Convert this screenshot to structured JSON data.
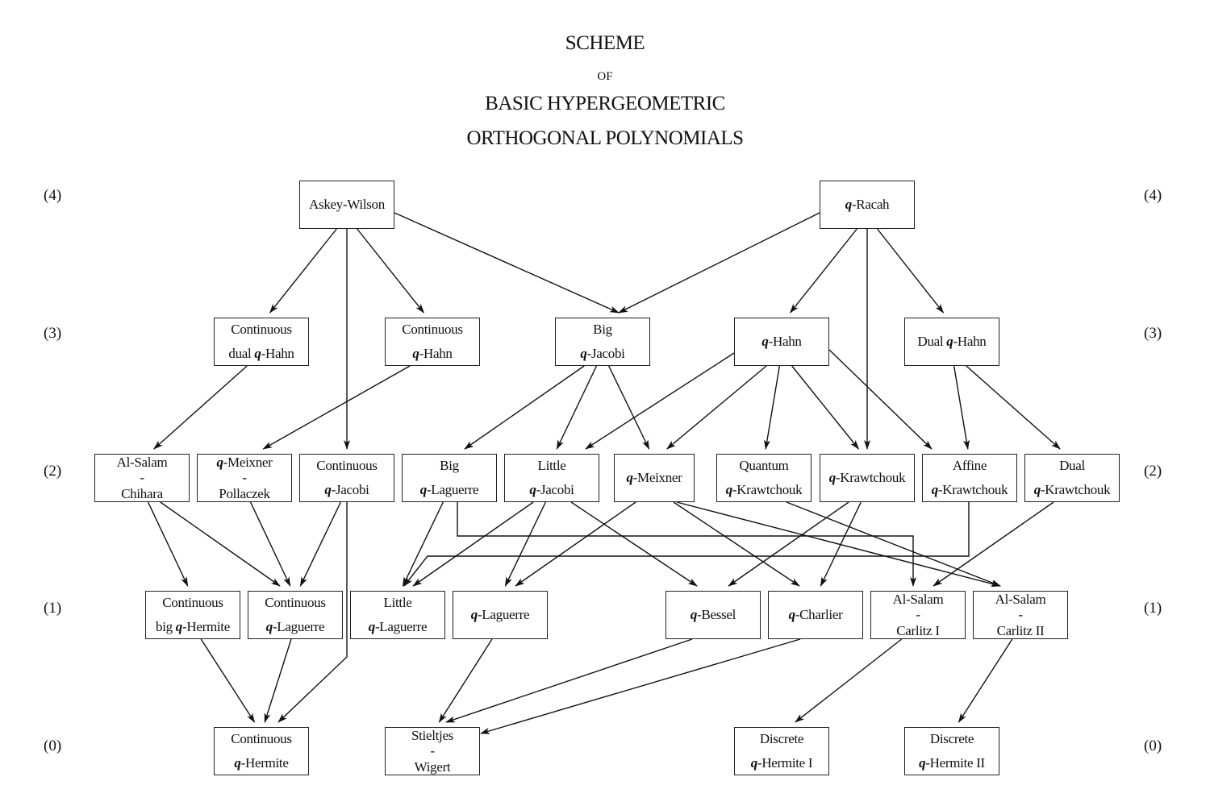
{
  "title": {
    "line1": "SCHEME",
    "line2": "OF",
    "line3": "BASIC HYPERGEOMETRIC",
    "line4": "ORTHOGONAL POLYNOMIALS"
  },
  "level_labels": [
    "(4)",
    "(3)",
    "(2)",
    "(1)",
    "(0)"
  ],
  "nodes": [
    {
      "id": "askey-wilson",
      "level": 4,
      "lines": [
        "Askey-Wilson"
      ]
    },
    {
      "id": "q-racah",
      "level": 4,
      "lines": [
        "q-Racah"
      ]
    },
    {
      "id": "continuous-dual-q-hahn",
      "level": 3,
      "lines": [
        "Continuous",
        "dual q-Hahn"
      ]
    },
    {
      "id": "continuous-q-hahn",
      "level": 3,
      "lines": [
        "Continuous",
        "q-Hahn"
      ]
    },
    {
      "id": "big-q-jacobi",
      "level": 3,
      "lines": [
        "Big",
        "q-Jacobi"
      ]
    },
    {
      "id": "q-hahn",
      "level": 3,
      "lines": [
        "q-Hahn"
      ]
    },
    {
      "id": "dual-q-hahn",
      "level": 3,
      "lines": [
        "Dual q-Hahn"
      ]
    },
    {
      "id": "al-salam-chihara",
      "level": 2,
      "lines": [
        "Al-Salam",
        "-",
        "Chihara"
      ]
    },
    {
      "id": "q-meixner-pollaczek",
      "level": 2,
      "lines": [
        "q-Meixner",
        "-",
        "Pollaczek"
      ]
    },
    {
      "id": "continuous-q-jacobi",
      "level": 2,
      "lines": [
        "Continuous",
        "q-Jacobi"
      ]
    },
    {
      "id": "big-q-laguerre",
      "level": 2,
      "lines": [
        "Big",
        "q-Laguerre"
      ]
    },
    {
      "id": "little-q-jacobi",
      "level": 2,
      "lines": [
        "Little",
        "q-Jacobi"
      ]
    },
    {
      "id": "q-meixner",
      "level": 2,
      "lines": [
        "q-Meixner"
      ]
    },
    {
      "id": "quantum-q-krawtchouk",
      "level": 2,
      "lines": [
        "Quantum",
        "q-Krawtchouk"
      ]
    },
    {
      "id": "q-krawtchouk",
      "level": 2,
      "lines": [
        "q-Krawtchouk"
      ]
    },
    {
      "id": "affine-q-krawtchouk",
      "level": 2,
      "lines": [
        "Affine",
        "q-Krawtchouk"
      ]
    },
    {
      "id": "dual-q-krawtchouk",
      "level": 2,
      "lines": [
        "Dual",
        "q-Krawtchouk"
      ]
    },
    {
      "id": "continuous-big-q-hermite",
      "level": 1,
      "lines": [
        "Continuous",
        "big q-Hermite"
      ]
    },
    {
      "id": "continuous-q-laguerre",
      "level": 1,
      "lines": [
        "Continuous",
        "q-Laguerre"
      ]
    },
    {
      "id": "little-q-laguerre",
      "level": 1,
      "lines": [
        "Little",
        "q-Laguerre"
      ]
    },
    {
      "id": "q-laguerre",
      "level": 1,
      "lines": [
        "q-Laguerre"
      ]
    },
    {
      "id": "q-bessel",
      "level": 1,
      "lines": [
        "q-Bessel"
      ]
    },
    {
      "id": "q-charlier",
      "level": 1,
      "lines": [
        "q-Charlier"
      ]
    },
    {
      "id": "al-salam-carlitz-i",
      "level": 1,
      "lines": [
        "Al-Salam",
        "-",
        "Carlitz I"
      ]
    },
    {
      "id": "al-salam-carlitz-ii",
      "level": 1,
      "lines": [
        "Al-Salam",
        "-",
        "Carlitz II"
      ]
    },
    {
      "id": "continuous-q-hermite",
      "level": 0,
      "lines": [
        "Continuous",
        "q-Hermite"
      ]
    },
    {
      "id": "stieltjes-wigert",
      "level": 0,
      "lines": [
        "Stieltjes",
        "-",
        "Wigert"
      ]
    },
    {
      "id": "discrete-q-hermite-i",
      "level": 0,
      "lines": [
        "Discrete",
        "q-Hermite I"
      ]
    },
    {
      "id": "discrete-q-hermite-ii",
      "level": 0,
      "lines": [
        "Discrete",
        "q-Hermite II"
      ]
    }
  ],
  "edges": [
    [
      "askey-wilson",
      "continuous-dual-q-hahn"
    ],
    [
      "askey-wilson",
      "continuous-q-hahn"
    ],
    [
      "askey-wilson",
      "big-q-jacobi"
    ],
    [
      "askey-wilson",
      "continuous-q-jacobi"
    ],
    [
      "q-racah",
      "big-q-jacobi"
    ],
    [
      "q-racah",
      "q-hahn"
    ],
    [
      "q-racah",
      "dual-q-hahn"
    ],
    [
      "q-racah",
      "q-krawtchouk"
    ],
    [
      "continuous-dual-q-hahn",
      "al-salam-chihara"
    ],
    [
      "continuous-q-hahn",
      "q-meixner-pollaczek"
    ],
    [
      "big-q-jacobi",
      "big-q-laguerre"
    ],
    [
      "big-q-jacobi",
      "little-q-jacobi"
    ],
    [
      "big-q-jacobi",
      "q-meixner"
    ],
    [
      "q-hahn",
      "little-q-jacobi"
    ],
    [
      "q-hahn",
      "q-meixner"
    ],
    [
      "q-hahn",
      "quantum-q-krawtchouk"
    ],
    [
      "q-hahn",
      "q-krawtchouk"
    ],
    [
      "q-hahn",
      "affine-q-krawtchouk"
    ],
    [
      "dual-q-hahn",
      "affine-q-krawtchouk"
    ],
    [
      "dual-q-hahn",
      "dual-q-krawtchouk"
    ],
    [
      "al-salam-chihara",
      "continuous-big-q-hermite"
    ],
    [
      "al-salam-chihara",
      "continuous-q-laguerre"
    ],
    [
      "q-meixner-pollaczek",
      "continuous-q-laguerre"
    ],
    [
      "continuous-q-jacobi",
      "continuous-q-laguerre"
    ],
    [
      "continuous-q-jacobi",
      "continuous-q-hermite"
    ],
    [
      "big-q-laguerre",
      "little-q-laguerre"
    ],
    [
      "big-q-laguerre",
      "al-salam-carlitz-i"
    ],
    [
      "little-q-jacobi",
      "little-q-laguerre"
    ],
    [
      "little-q-jacobi",
      "q-laguerre"
    ],
    [
      "little-q-jacobi",
      "q-bessel"
    ],
    [
      "q-meixner",
      "q-laguerre"
    ],
    [
      "q-meixner",
      "q-charlier"
    ],
    [
      "q-meixner",
      "al-salam-carlitz-ii"
    ],
    [
      "quantum-q-krawtchouk",
      "al-salam-carlitz-ii"
    ],
    [
      "q-krawtchouk",
      "q-bessel"
    ],
    [
      "q-krawtchouk",
      "q-charlier"
    ],
    [
      "affine-q-krawtchouk",
      "little-q-laguerre"
    ],
    [
      "dual-q-krawtchouk",
      "al-salam-carlitz-i"
    ],
    [
      "continuous-big-q-hermite",
      "continuous-q-hermite"
    ],
    [
      "continuous-q-laguerre",
      "continuous-q-hermite"
    ],
    [
      "q-laguerre",
      "stieltjes-wigert"
    ],
    [
      "q-bessel",
      "stieltjes-wigert"
    ],
    [
      "q-charlier",
      "stieltjes-wigert"
    ],
    [
      "al-salam-carlitz-i",
      "discrete-q-hermite-i"
    ],
    [
      "al-salam-carlitz-ii",
      "discrete-q-hermite-ii"
    ]
  ]
}
